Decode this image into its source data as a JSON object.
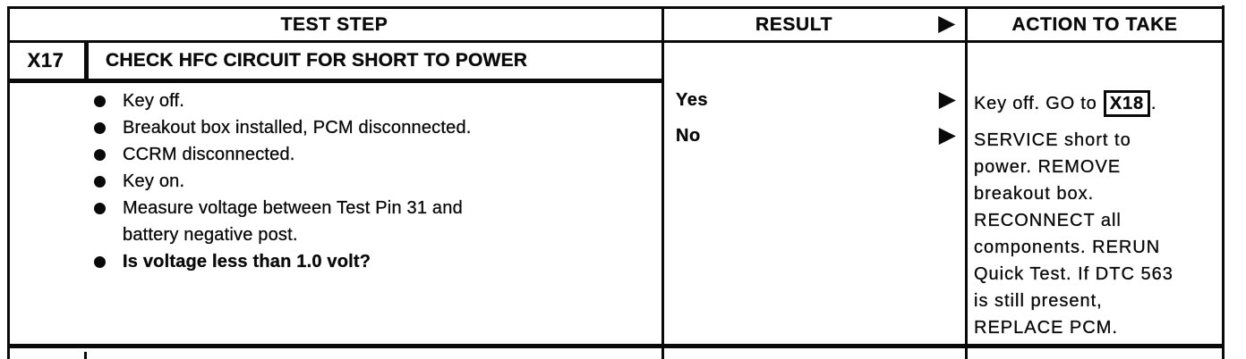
{
  "colors": {
    "ink": "#0a0a0a",
    "paper": "#ffffff"
  },
  "header": {
    "test_step": "TEST STEP",
    "result": "RESULT",
    "action": "ACTION TO TAKE",
    "arrow": "▶"
  },
  "step": {
    "id": "X17",
    "title": "CHECK HFC CIRCUIT FOR SHORT TO POWER",
    "bullets": [
      {
        "text": [
          "Key off."
        ]
      },
      {
        "text": [
          "Breakout box installed, PCM disconnected."
        ]
      },
      {
        "text": [
          "CCRM disconnected."
        ]
      },
      {
        "text": [
          "Key on."
        ]
      },
      {
        "text": [
          "Measure voltage between Test Pin 31 and",
          "battery negative post."
        ]
      },
      {
        "text": [
          "Is voltage less than 1.0 volt?"
        ],
        "emphasis": "bold"
      }
    ]
  },
  "results": [
    {
      "label": "Yes",
      "arrow": "▶",
      "action": {
        "prefix": "Key off. GO to ",
        "boxed_ref": "X18",
        "suffix": "."
      }
    },
    {
      "label": "No",
      "arrow": "▶",
      "action": {
        "lines": [
          "SERVICE short to",
          "power. REMOVE",
          "breakout box.",
          "RECONNECT all",
          "components. RERUN",
          "Quick Test. If DTC 563",
          "is still present,",
          "REPLACE PCM."
        ]
      }
    }
  ]
}
